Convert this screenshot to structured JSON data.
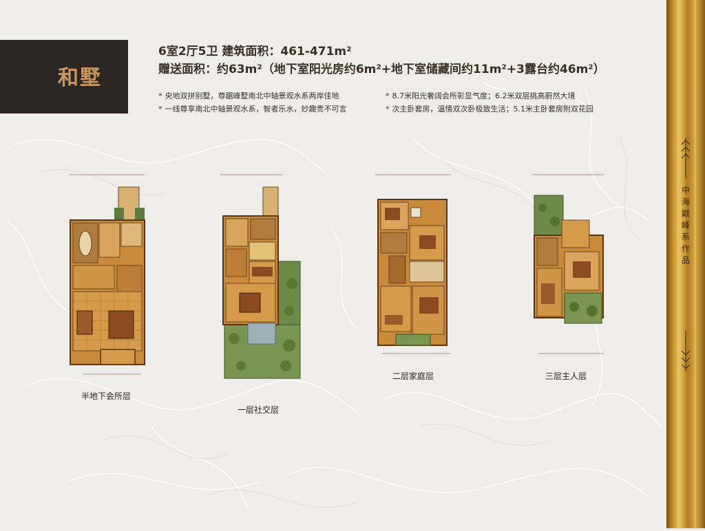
{
  "title": "和墅",
  "specs": {
    "line1": "6室2厅5卫  建筑面积：461-471m²",
    "line2": "赠送面积：约63m²（地下室阳光房约6m²+地下室储藏间约11m²+3露台约46m²）"
  },
  "features": [
    "央地双拼别墅，尊踞峰墅南北中轴景观水系两岸佳地",
    "一线尊享南北中轴景观水系，智者乐水，妙趣贵不可言",
    "8.7米阳光奢阔会所彰显气度；6.2米双层挑高蔚然大境",
    "次主卧套房，温情双次卧极致生活；5.1米主卧套房附双花园"
  ],
  "bullet_symbol": "*",
  "floors": [
    {
      "label": "半地下会所层"
    },
    {
      "label": "一层社交层"
    },
    {
      "label": "二层家庭层"
    },
    {
      "label": "三层主人层"
    }
  ],
  "sidebar_text": "中海巅峰系作品",
  "colors": {
    "title_bg": "#2c2624",
    "title_text": "#c99660",
    "gold": "#c8962e",
    "floor_wood": "#c98a3a",
    "garden": "#6e8a4a"
  }
}
